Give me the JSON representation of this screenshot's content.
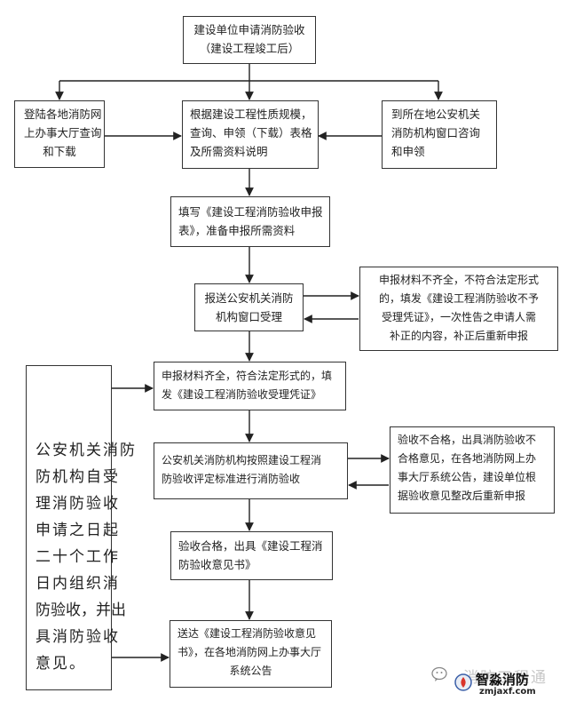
{
  "nodes": {
    "apply": [
      "建设单位申请消防验收",
      "（建设工程竣工后）"
    ],
    "online": [
      "登陆各地消防网",
      "上办事大厅查询",
      "和下载"
    ],
    "prepare": [
      "根据建设工程性质规模，",
      "查询、申领（下载）表格",
      "及所需资料说明"
    ],
    "window": [
      "到所在地公安机关",
      "消防机构窗口咨询",
      "和申领"
    ],
    "fill": [
      "填写《建设工程消防验收申报",
      "表》，准备申报所需资料"
    ],
    "submit": [
      "报送公安机关消防",
      "机构窗口受理"
    ],
    "reject": [
      "申报材料不齐全，不符合法定形式",
      "的，填发《建设工程消防验收不予",
      "受理凭证》，一次性告之申请人需",
      "补正的内容，补正后重新申报"
    ],
    "accept": [
      "申报材料齐全，符合法定形式的，填",
      "发《建设工程消防验收受理凭证》"
    ],
    "timelimit": [
      "公安机关消防",
      "防机构自受",
      "理消防验收",
      "申请之日起",
      "二十个工作",
      "日内组织消",
      "防验收，并出",
      "具消防验收",
      "意见。"
    ],
    "inspect": [
      "公安机关消防机构按照建设工程消",
      "防验收评定标准进行消防验收"
    ],
    "fail": [
      "验收不合格，出具消防验收不",
      "合格意见，在各地消防网上办",
      "事大厅系统公告，建设单位根",
      "据验收意见整改后重新申报"
    ],
    "pass": [
      "验收合格，出具《建设工程消",
      "防验收意见书》"
    ],
    "deliver": [
      "送达《建设工程消防验收意见",
      "书》，在各地消防网上办事大厅",
      "系统公告"
    ]
  },
  "watermark": {
    "ghost_text": "消防工程通",
    "name": "智淼消防",
    "url": "zmjaxf.com"
  },
  "colors": {
    "line": "#222222",
    "border": "#333333"
  }
}
